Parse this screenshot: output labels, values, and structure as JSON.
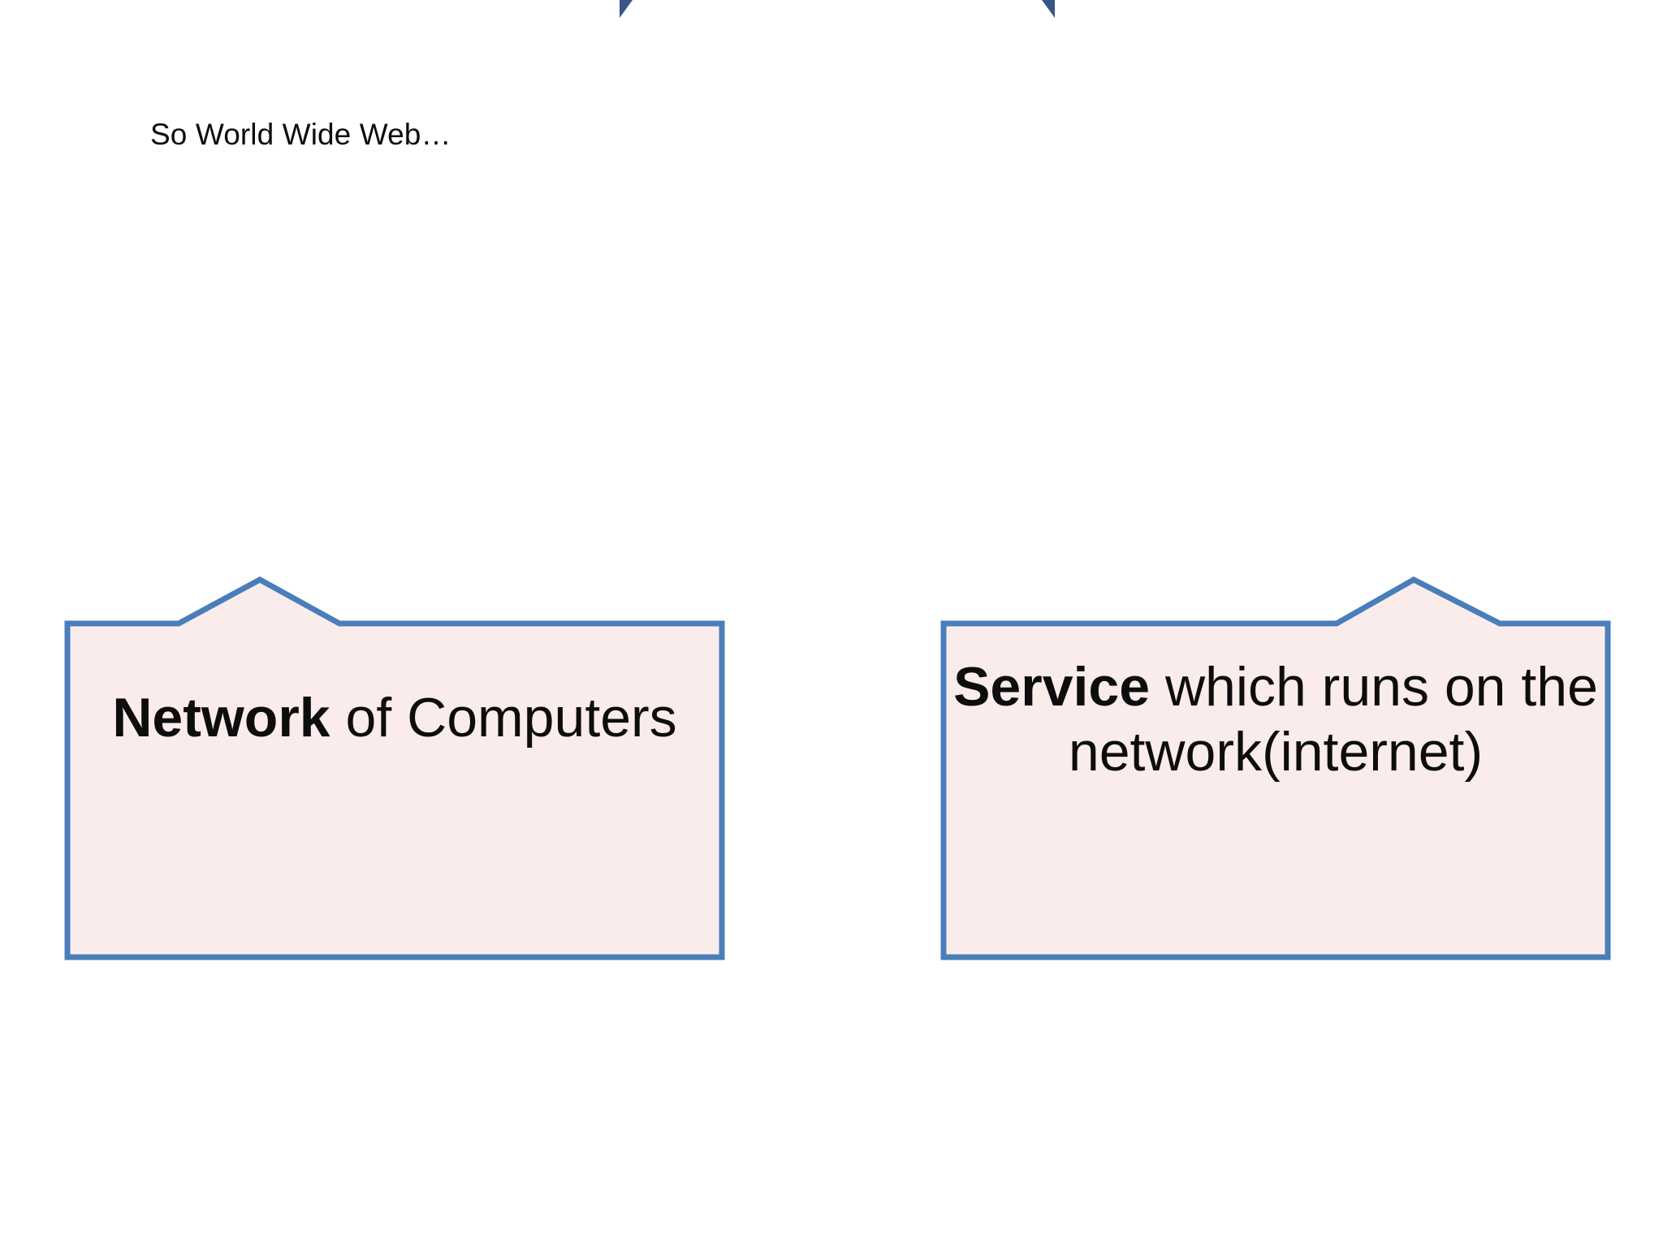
{
  "slide": {
    "background_color": "#ffffff",
    "heading": "So World Wide Web…"
  },
  "theme": {
    "shape_fill": "#fbecec",
    "shape_border": "#4a7ebb",
    "text_color": "#0d0d0d",
    "fragment_color": "#3b5488"
  },
  "callouts": [
    {
      "id": "network",
      "shape": "up-arrow-callout-pentagon",
      "bold_word": "Network",
      "rest_text": " of Computers",
      "full_text": "Network of Computers",
      "fill": "#fbecec",
      "border": "#4a7ebb"
    },
    {
      "id": "service",
      "shape": "up-arrow-callout-pentagon",
      "bold_word": "Service",
      "rest_text": " which runs on the network(internet)",
      "full_text": "Service which runs on the network(internet)",
      "fill": "#fbecec",
      "border": "#4a7ebb"
    }
  ],
  "top_fragments": [
    {
      "name": "fragment-left",
      "color": "#3b5488"
    },
    {
      "name": "fragment-right",
      "color": "#3b5488"
    }
  ]
}
